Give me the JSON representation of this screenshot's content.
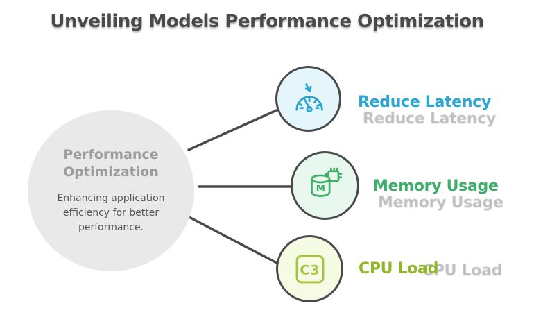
{
  "title": "Unveiling Models Performance Optimization",
  "center": {
    "heading": "Performance Optimization",
    "description": "Enhancing application efficiency for better performance."
  },
  "nodes": [
    {
      "id": "reduce-latency",
      "label": "Reduce Latency",
      "label_color": "#2ba6d4",
      "icon": "gauge-down-arrow-icon",
      "icon_color": "#2ba2d0",
      "circle_fill": "#e4f5fc"
    },
    {
      "id": "memory-usage",
      "label": "Memory Usage",
      "label_color": "#3bae68",
      "icon": "memory-database-chip-icon",
      "icon_color": "#3ead68",
      "icon_letter": "M",
      "circle_fill": "#e9f8ef"
    },
    {
      "id": "cpu-load",
      "label": "CPU Load",
      "label_color": "#92b827",
      "icon": "cpu-chip-icon",
      "icon_color": "#a6c23f",
      "icon_text": "C3",
      "circle_fill": "#f6fbe3"
    }
  ],
  "connections": [
    {
      "from": "performance-optimization",
      "to": "reduce-latency"
    },
    {
      "from": "performance-optimization",
      "to": "memory-usage"
    },
    {
      "from": "performance-optimization",
      "to": "cpu-load"
    }
  ],
  "style": {
    "line_color": "#4a4a4a",
    "node_border_color": "#4a4a4a",
    "title_color": "#4a4a4a",
    "center_fill": "#e9e9e9",
    "center_heading_color": "#9d9da0",
    "center_desc_color": "#565658"
  }
}
